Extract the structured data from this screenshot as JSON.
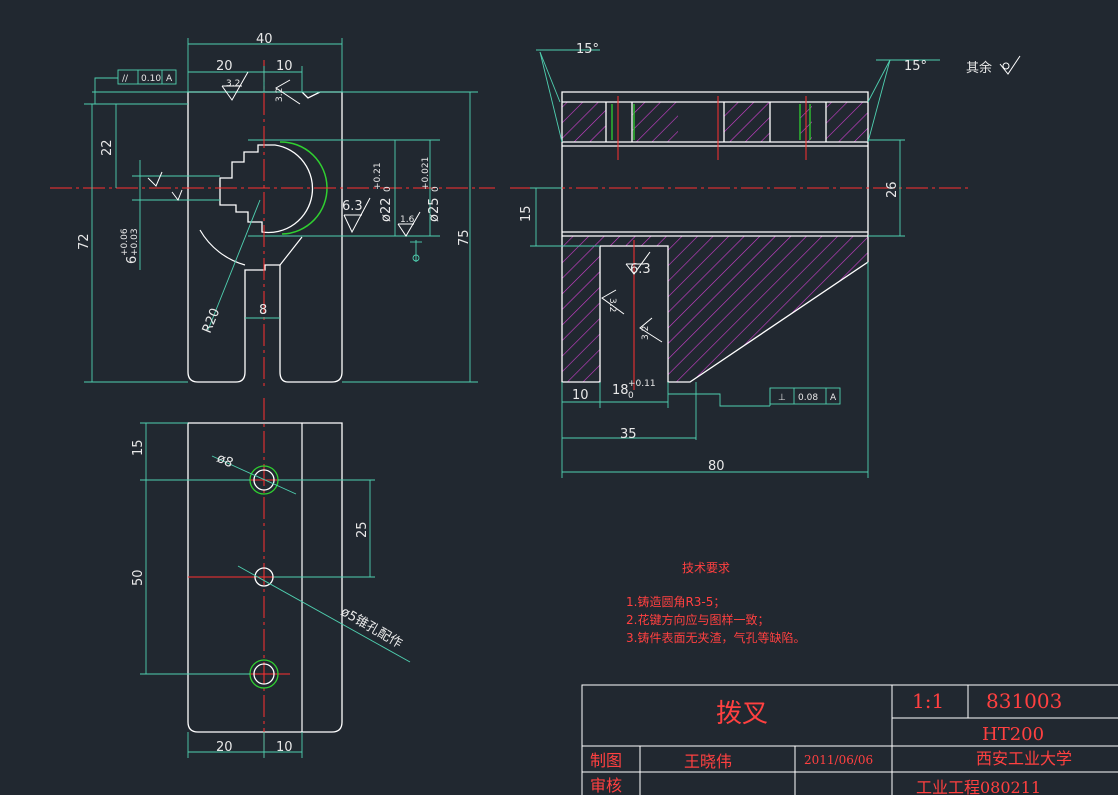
{
  "dims": {
    "top_width": "40",
    "top_left20": "20",
    "top_10": "10",
    "rough_32a": "3.2",
    "rough_32b": "3.2",
    "parallel_sym": "//",
    "parallel_tol": "0.10",
    "parallel_datum": "A",
    "d22": "22",
    "d72": "72",
    "d75": "75",
    "d6": "6",
    "d6_tol_u": "+0.06",
    "d6_tol_l": "+0.03",
    "phi22": "ø22",
    "phi22_tol_u": "+0.21",
    "phi22_tol_l": "0",
    "phi25": "ø25",
    "phi25_tol_u": "+0.021",
    "phi25_tol_l": "0",
    "rough_63": "6.3",
    "rough_16": "1.6",
    "r20": "R20",
    "slot8": "8",
    "bot_15": "15",
    "bot_phi8": "ø8",
    "bot_25": "25",
    "bot_50": "50",
    "bot_20": "20",
    "bot_10": "10",
    "taper_note": "ø5锥孔配作",
    "ang_left": "15°",
    "ang_right": "15°",
    "rest_note": "其余",
    "r_26": "26",
    "r_15": "15",
    "r_63": "6.3",
    "r_32a": "3.2",
    "r_32b": "3.2",
    "r_10": "10",
    "r_18": "18",
    "r_18_tol_u": "+0.11",
    "r_18_tol_l": "0",
    "perp_sym": "⊥",
    "perp_tol": "0.08",
    "perp_datum": "A",
    "r_35": "35",
    "r_80": "80"
  },
  "notes": {
    "title": "技术要求",
    "items": [
      "1.铸造圆角R3-5；",
      "2.花键方向应与图样一致；",
      "3.铸件表面无夹渣，气孔等缺陷。"
    ]
  },
  "title_block": {
    "part_name": "拨叉",
    "scale": "1:1",
    "drawing_no": "831003",
    "material": "HT200",
    "drawn_label": "制图",
    "drawer": "王晓伟",
    "date": "2011/06/06",
    "school": "西安工业大学",
    "check_label": "审核",
    "class_name": "工业工程080211"
  },
  "colors": {
    "background": "#212830",
    "outline": "#ffffff",
    "dimension": "#4fd0b0",
    "centerline": "#ff3030",
    "hatch": "#d040d0",
    "green": "#30d030",
    "text_red": "#ff4040"
  }
}
